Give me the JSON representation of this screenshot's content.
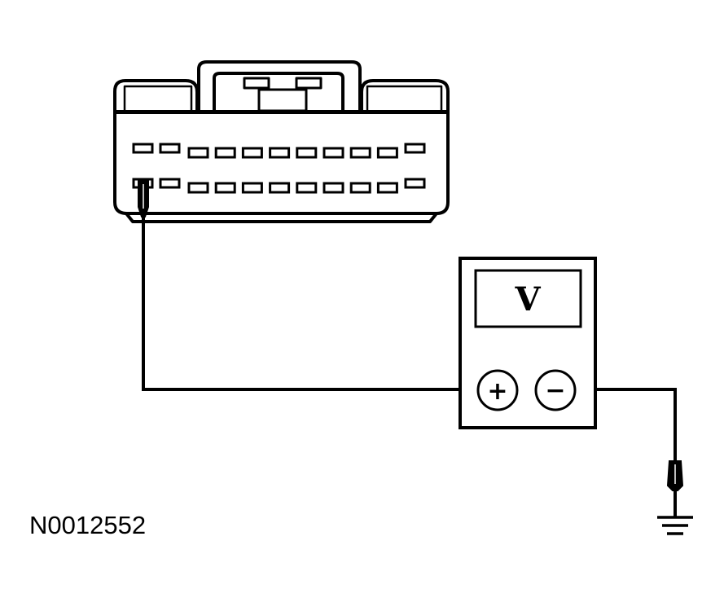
{
  "figure_id": "N0012552",
  "meter": {
    "display_reading": "V",
    "positive_terminal_label": "+",
    "negative_terminal_label": "−"
  },
  "connector": {
    "upper_row_pins": 11,
    "lower_row_pins": 11,
    "probed_pin": "lower-row pin 1"
  },
  "colors": {
    "line": "#000000",
    "background": "#ffffff"
  }
}
